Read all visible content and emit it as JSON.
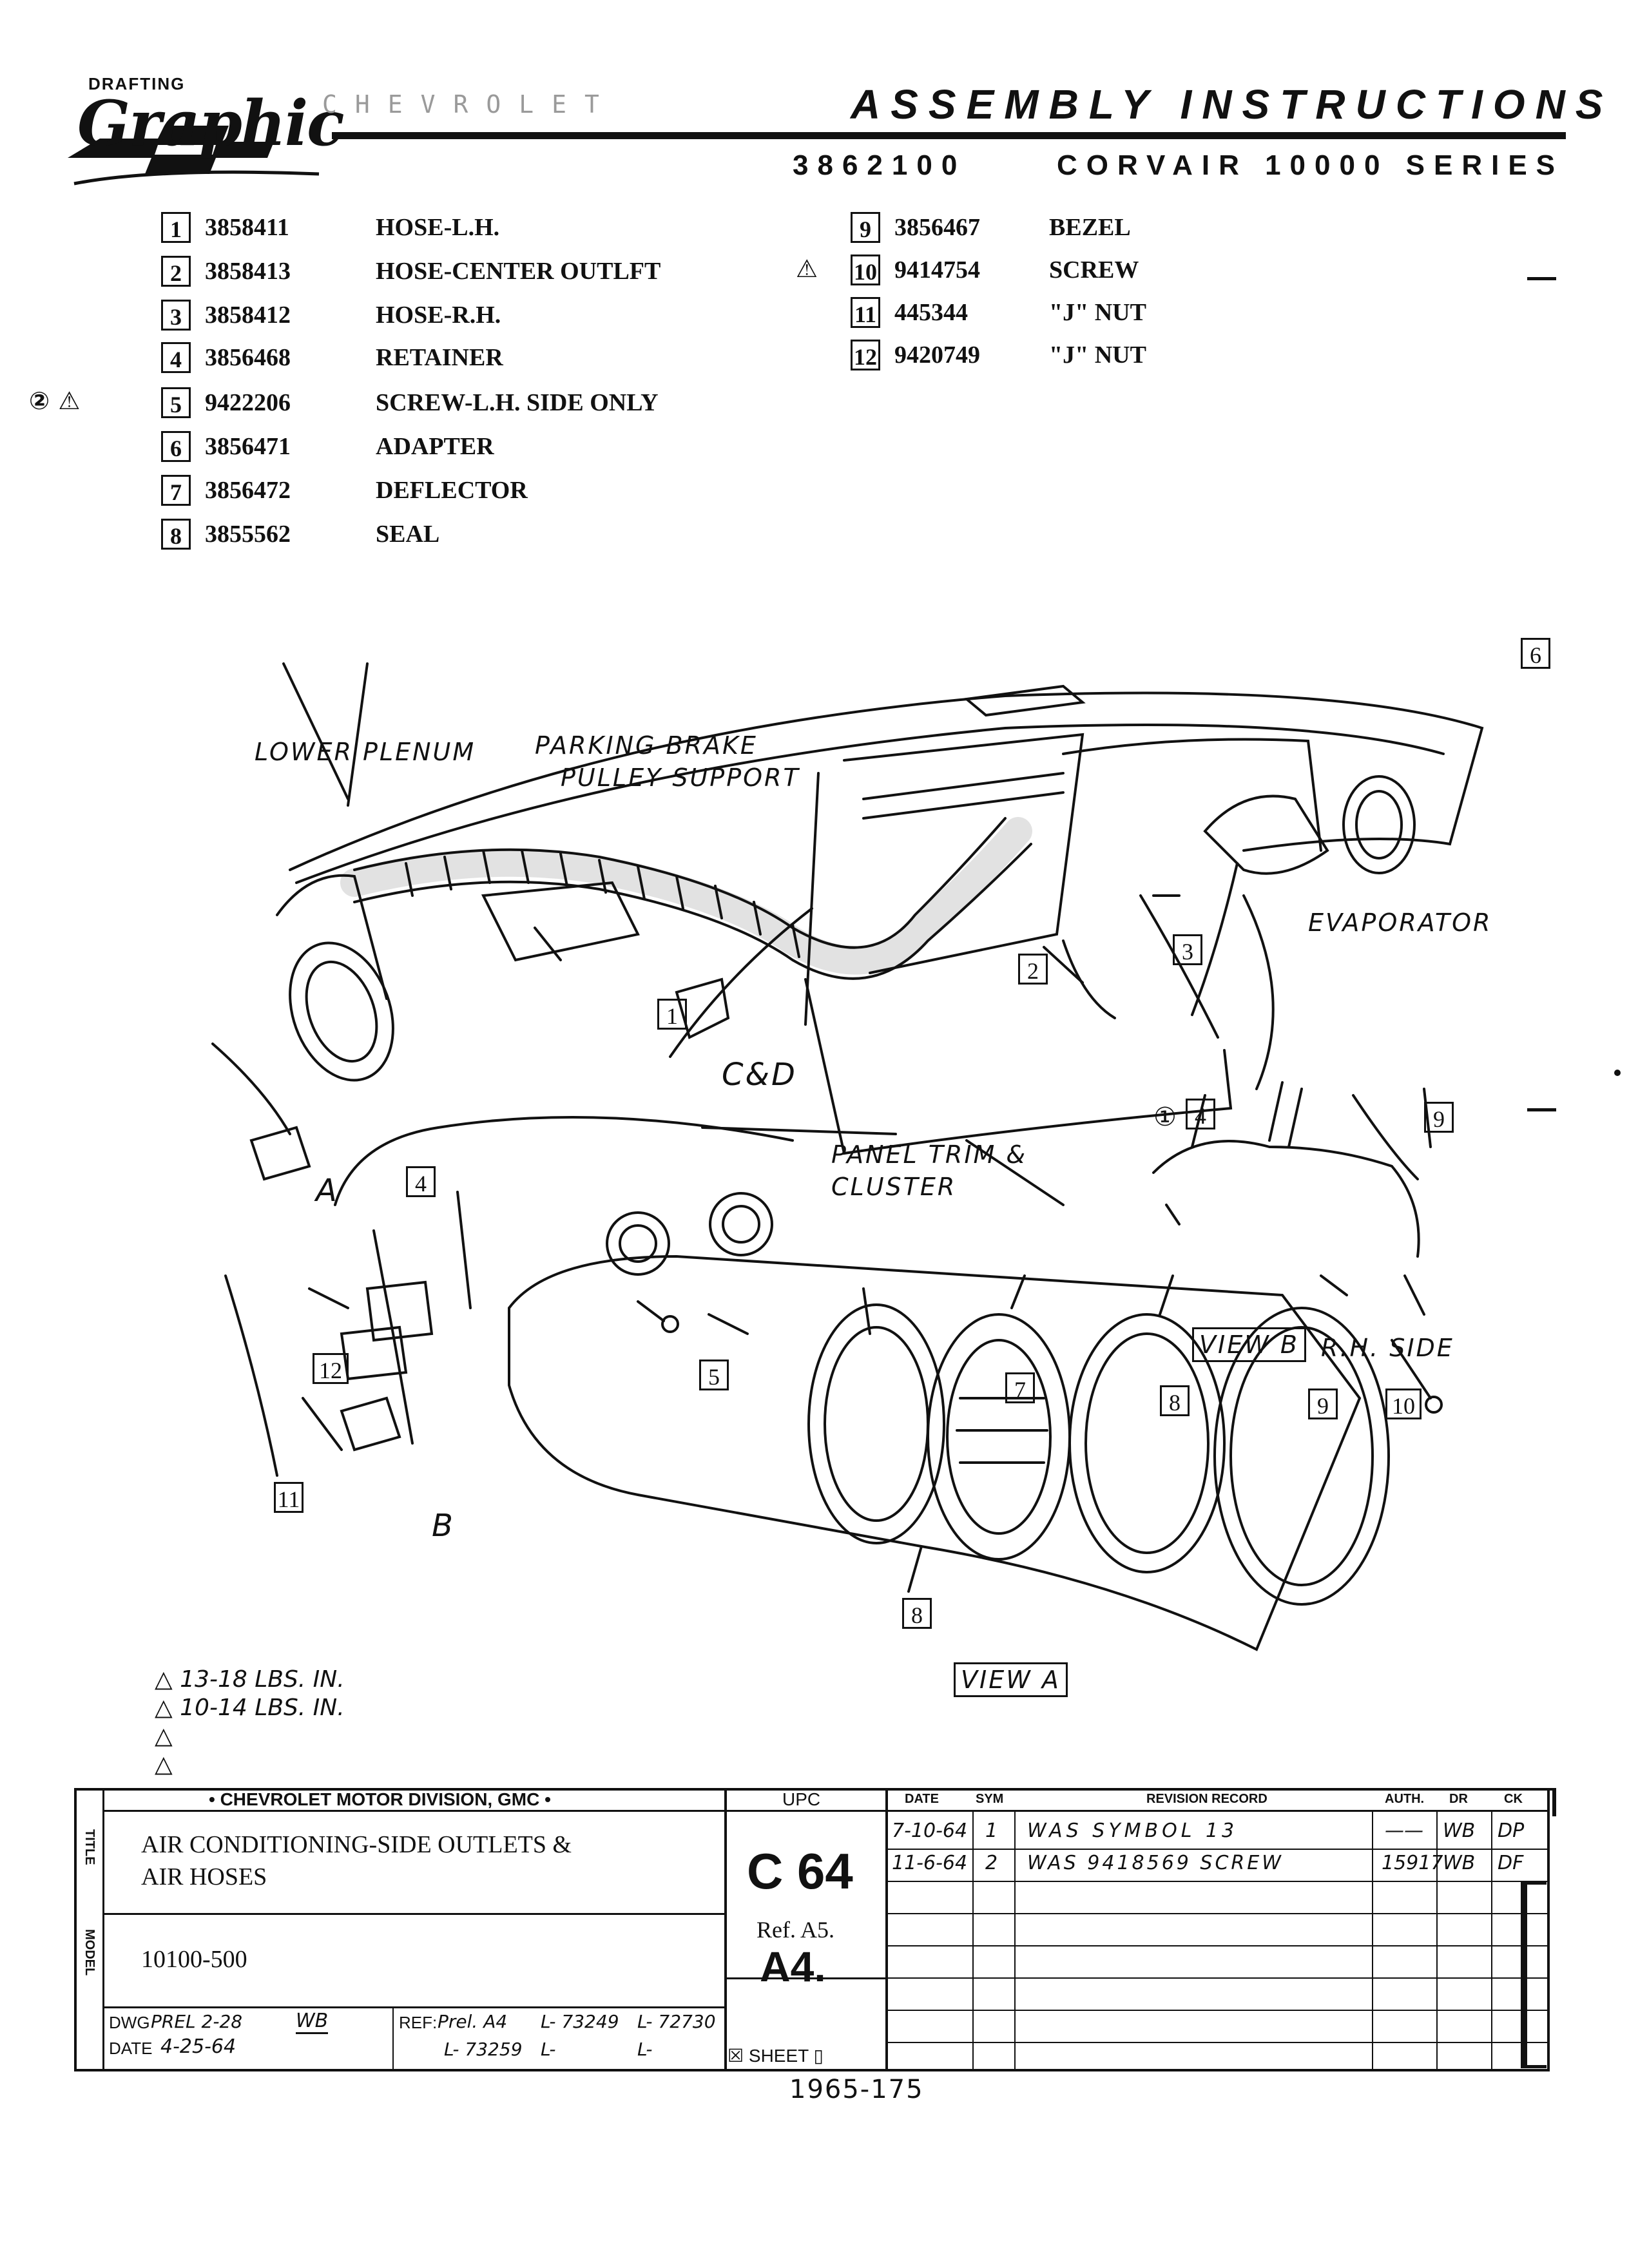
{
  "logo": {
    "small": "DRAFTING",
    "script": "Graphic",
    "faded": "CHEVROLET"
  },
  "header": {
    "title": "ASSEMBLY INSTRUCTIONS",
    "part_number": "3862100",
    "series": "CORVAIR 10000 SERIES"
  },
  "parts_left": [
    {
      "num": "1",
      "code": "3858411",
      "desc": "HOSE-L.H.",
      "prefix": ""
    },
    {
      "num": "2",
      "code": "3858413",
      "desc": "HOSE-CENTER OUTLFT",
      "prefix": ""
    },
    {
      "num": "3",
      "code": "3858412",
      "desc": "HOSE-R.H.",
      "prefix": ""
    },
    {
      "num": "4",
      "code": "3856468",
      "desc": "RETAINER",
      "prefix": ""
    },
    {
      "num": "5",
      "code": "9422206",
      "desc": "SCREW-L.H. SIDE ONLY",
      "prefix": "② ⚠"
    },
    {
      "num": "6",
      "code": "3856471",
      "desc": "ADAPTER",
      "prefix": ""
    },
    {
      "num": "7",
      "code": "3856472",
      "desc": "DEFLECTOR",
      "prefix": ""
    },
    {
      "num": "8",
      "code": "3855562",
      "desc": "SEAL",
      "prefix": ""
    }
  ],
  "parts_right": [
    {
      "num": "9",
      "code": "3856467",
      "desc": "BEZEL",
      "prefix": ""
    },
    {
      "num": "10",
      "code": "9414754",
      "desc": "SCREW",
      "prefix": "⚠"
    },
    {
      "num": "11",
      "code": "445344",
      "desc": "\"J\" NUT",
      "prefix": ""
    },
    {
      "num": "12",
      "code": "9420749",
      "desc": "\"J\" NUT",
      "prefix": ""
    }
  ],
  "drawing_labels": {
    "lower_plenum": "LOWER PLENUM",
    "parking_brake_1": "PARKING BRAKE",
    "parking_brake_2": "PULLEY SUPPORT",
    "evaporator": "EVAPORATOR",
    "panel_trim_1": "PANEL TRIM &",
    "panel_trim_2": "CLUSTER",
    "view_b": "VIEW B",
    "rh_side": "R.H. SIDE",
    "view_a": "VIEW A",
    "letter_a": "A",
    "letter_b": "B",
    "letter_cd": "C&D",
    "callouts": [
      "1",
      "2",
      "3",
      "4",
      "4",
      "5",
      "6",
      "7",
      "8",
      "8",
      "9",
      "9",
      "10",
      "11",
      "12"
    ]
  },
  "torque": [
    "13-18 LBS. IN.",
    "10-14 LBS. IN."
  ],
  "title_block": {
    "division": "• CHEVROLET MOTOR DIVISION, GMC •",
    "side_title": "TITLE",
    "side_model": "MODEL",
    "title_line1": "AIR CONDITIONING-SIDE OUTLETS &",
    "title_line2": "AIR HOSES",
    "model": "10100-500",
    "dwg_label": "DWG",
    "dwg_value": "PREL 2-28",
    "dwg_initials": "WB",
    "date_label": "DATE",
    "date_value": "4-25-64",
    "ref_label": "REF:",
    "ref_prel": "Prel. A4",
    "refs": [
      "L- 73249",
      "L- 72730",
      "L- 73259",
      "L-",
      "L-"
    ],
    "upc_label": "UPC",
    "upc_value": "C 64",
    "ref_a5": "Ref. A5.",
    "sheet_code": "A4.",
    "sheet_label": "SHEET",
    "rev_headers": {
      "date": "DATE",
      "sym": "SYM",
      "record": "REVISION RECORD",
      "auth": "AUTH.",
      "dr": "DR",
      "ck": "CK"
    },
    "revisions": [
      {
        "date": "7-10-64",
        "sym": "1",
        "record": "WAS SYMBOL 13",
        "auth": "——",
        "dr": "WB",
        "ck": "DP"
      },
      {
        "date": "11-6-64",
        "sym": "2",
        "record": "WAS 9418569 SCREW",
        "auth": "15917",
        "dr": "WB",
        "ck": "DF"
      }
    ]
  },
  "footer": "1965-175"
}
